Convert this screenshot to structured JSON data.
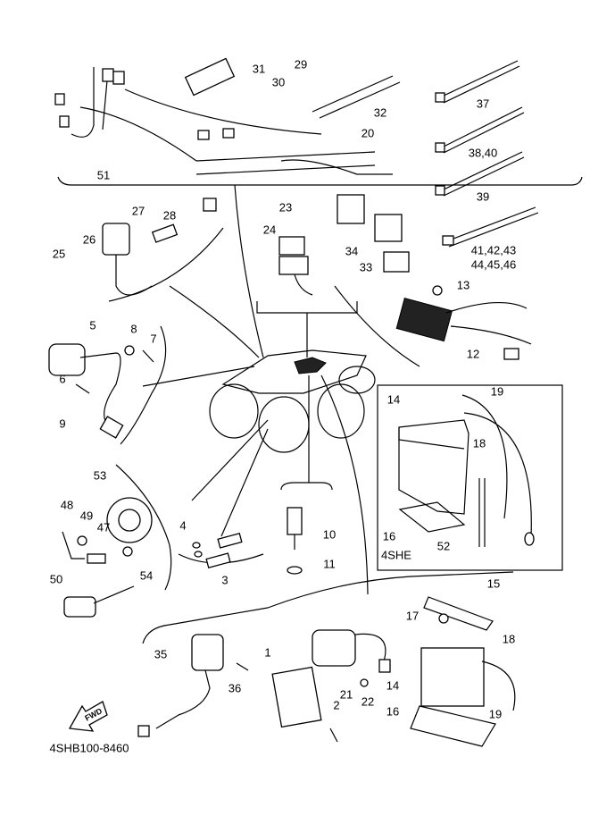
{
  "diagram": {
    "code": "4SHB100-8460",
    "fwd_label": "FWD",
    "inset_label": "4SHE",
    "callouts": [
      "31",
      "29",
      "30",
      "32",
      "37",
      "38,40",
      "39",
      "41,42,43",
      "44,45,46",
      "20",
      "51",
      "27",
      "28",
      "26",
      "25",
      "23",
      "24",
      "34",
      "33",
      "13",
      "12",
      "5",
      "8",
      "7",
      "6",
      "9",
      "19",
      "14",
      "18",
      "16",
      "52",
      "53",
      "48",
      "49",
      "47",
      "54",
      "50",
      "4",
      "3",
      "10",
      "11",
      "15",
      "17",
      "18",
      "14",
      "16",
      "19",
      "1",
      "35",
      "36",
      "21",
      "22",
      "2"
    ]
  }
}
